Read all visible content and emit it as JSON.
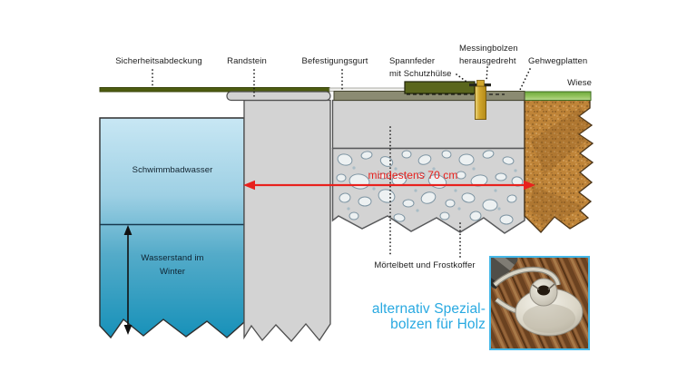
{
  "labels": {
    "sicherheitsabdeckung": "Sicherheitsabdeckung",
    "randstein": "Randstein",
    "befestigungsgurt": "Befestigungsgurt",
    "spannfeder_line1": "Spannfeder",
    "spannfeder_line2": "mit Schutzhülse",
    "messingbolzen_line1": "Messingbolzen",
    "messingbolzen_line2": "herausgedreht",
    "gehwegplatten": "Gehwegplatten",
    "wiese": "Wiese",
    "schwimmbadwasser": "Schwimmbadwasser",
    "wasserstand_line1": "Wasserstand im",
    "wasserstand_line2": "Winter",
    "mindestens": "mindestens 70 cm",
    "moertelbett": "Mörtelbett und Frostkoffer",
    "alternativ_line1": "alternativ Spezial-",
    "alternativ_line2": "bolzen für Holz"
  },
  "colors": {
    "cover_green": "#4d5c10",
    "curb_gray": "#d3d3d3",
    "strap_white": "#efefec",
    "band_olive": "#8b8b72",
    "spring_olive": "#5a661c",
    "brass_gold": "#d1a62c",
    "grass_green": "#8fbf5c",
    "soil_brown": "#bf8438",
    "water_top": "#c9e8f5",
    "water_bottom": "#1791b9",
    "arrow_red": "#e8211d",
    "highlight_cyan": "#29a9e1",
    "photo_border_cyan": "#45b8e8"
  }
}
